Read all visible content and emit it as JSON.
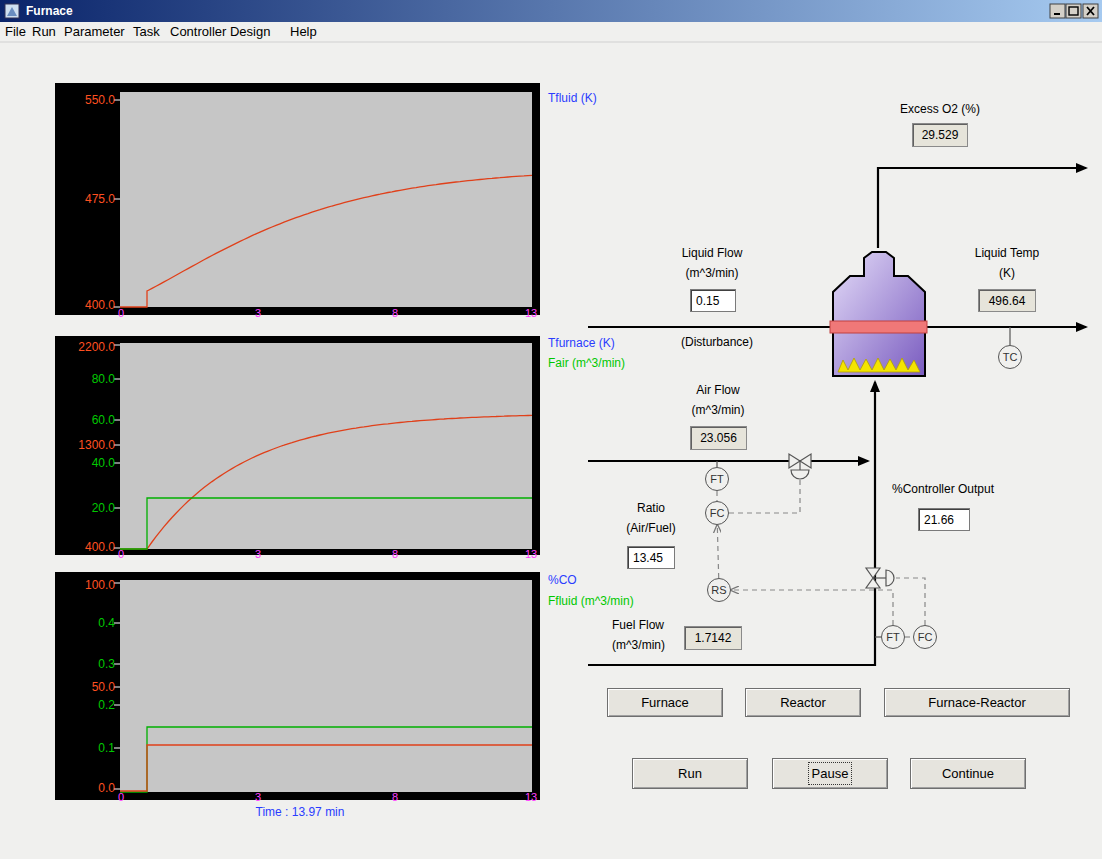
{
  "diagram": {
    "title": "Furnace",
    "nodes": [
      {
        "text": [
          "29.529"
        ]
      },
      {
        "text": [
          "0.15"
        ]
      },
      {
        "text": [
          "496.64"
        ]
      },
      {
        "text": [
          "TC"
        ]
      },
      {
        "text": [
          "23.056"
        ]
      },
      {
        "text": [
          "FT"
        ]
      },
      {
        "text": [
          "FC"
        ]
      },
      {
        "text": [
          "21.66"
        ]
      },
      {
        "text": [
          "13.45"
        ]
      },
      {
        "text": [
          "RS"
        ]
      },
      {
        "text": [
          "1.7142"
        ]
      },
      {
        "text": [
          "FT"
        ]
      },
      {
        "text": [
          "FC"
        ]
      },
      {
        "text": [
          "Furnace"
        ]
      },
      {
        "text": [
          "Reactor"
        ]
      },
      {
        "text": [
          "Furnace-Reactor"
        ]
      },
      {
        "text": [
          "Run"
        ]
      },
      {
        "text": [
          "Pause"
        ]
      },
      {
        "text": [
          "Continue"
        ]
      }
    ],
    "edges": [
      {
        "from": 5,
        "to": 6,
        "arrow": "none"
      },
      {
        "from": 9,
        "to": 6,
        "arrow": "to"
      },
      {
        "from": 11,
        "to": 9,
        "arrow": "to"
      },
      {
        "from": 11,
        "to": 12,
        "arrow": "none"
      }
    ],
    "labels": [
      "File",
      "Run",
      "Parameter",
      "Task",
      "Controller Design",
      "Help",
      "550.0",
      "475.0",
      "400.0",
      "0",
      "3",
      "8",
      "13",
      "Tfluid (K)",
      "2200.0",
      "80.0",
      "60.0",
      "1300.0",
      "40.0",
      "20.0",
      "400.0",
      "0",
      "3",
      "8",
      "13",
      "Tfurnace (K)",
      "Fair (m^3/min)",
      "100.0",
      "0.4",
      "0.3",
      "50.0",
      "0.2",
      "0.1",
      "0.0",
      "0",
      "3",
      "8",
      "13",
      "%CO",
      "Ffluid (m^3/min)",
      "Time : 13.97 min",
      "Excess O2 (%)",
      "Liquid Flow (m^3/min)",
      "Liquid Temp (K)",
      "(Disturbance)",
      "Air Flow (m^3/min)",
      "%Controller Output",
      "Ratio (Air/Fuel)",
      "Fuel Flow (m^3/min)"
    ]
  }
}
